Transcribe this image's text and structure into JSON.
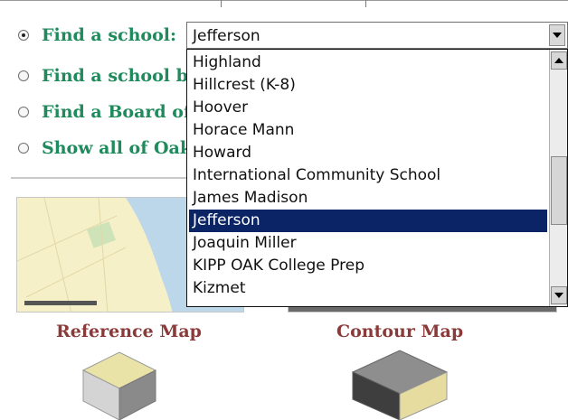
{
  "options": [
    {
      "label": "Find a school:",
      "checked": true
    },
    {
      "label": "Find a school by",
      "checked": false
    },
    {
      "label": "Find a Board of",
      "checked": false
    },
    {
      "label": "Show all of Oakland",
      "checked": false
    }
  ],
  "select": {
    "value": "Jefferson",
    "items": [
      "Highland",
      "Hillcrest (K-8)",
      "Hoover",
      "Horace Mann",
      "Howard",
      "International Community School",
      "James Madison",
      "Jefferson",
      "Joaquin Miller",
      "KIPP OAK College Prep",
      "Kizmet"
    ],
    "selected_index": 7
  },
  "maps": {
    "reference_caption": "Reference Map",
    "contour_caption": "Contour Map"
  },
  "colors": {
    "label_green": "#1f8a5c",
    "caption_red": "#8b3a3a",
    "selection_blue": "#0b2466"
  },
  "icons": {
    "dropdown": "chevron-down-icon",
    "scroll_up": "arrow-up-icon",
    "scroll_down": "arrow-down-icon"
  }
}
